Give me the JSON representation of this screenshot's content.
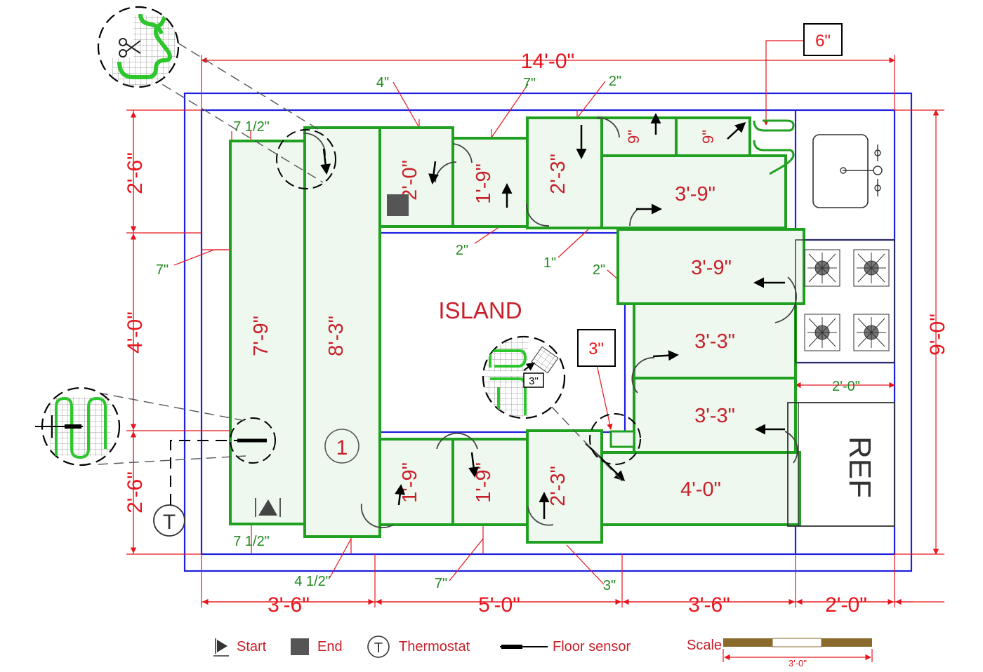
{
  "overall": {
    "width": "14'-0\"",
    "height": "9'-0\""
  },
  "callout_6": "6\"",
  "callout_3": "3\"",
  "left_dims": [
    "2'-6\"",
    "4'-0\"",
    "2'-6\""
  ],
  "bottom_dims": [
    "3'-6\"",
    "5'-0\"",
    "3'-6\"",
    "2'-0\""
  ],
  "small_dims": {
    "d4": "4\"",
    "d7": "7\"",
    "d2": "2\"",
    "d7half_top": "7 1/2\"",
    "d7_left": "7\"",
    "d2_mid": "2\"",
    "d1": "1\"",
    "d2_right": "2\"",
    "d2ft0_right": "2'-0\"",
    "d7half_bottom": "7 1/2\"",
    "d4half": "4 1/2\"",
    "d7_bottom": "7\"",
    "d3_bottom": "3\""
  },
  "panels": {
    "p_left": "7'-9\"",
    "p_col": "8'-3\"",
    "p_top1": "2'-0\"",
    "p_top2": "1'-9\"",
    "p_top3": "2'-3\"",
    "p_top9a": "9\"",
    "p_top9b": "9\"",
    "p_r1": "3'-9\"",
    "p_r2": "3'-9\"",
    "p_r3": "3'-3\"",
    "p_r4": "3'-3\"",
    "p_r5": "4'-0\"",
    "p_bot1": "1'-9\"",
    "p_bot2": "1'-9\"",
    "p_bot3": "2'-3\""
  },
  "island": "ISLAND",
  "circuit_no": "1",
  "ref": "REF",
  "detail_badge": "3\"",
  "thermostat_glyph": "T",
  "legend": {
    "start": "Start",
    "end": "End",
    "thermostat": "Thermostat",
    "sensor": "Floor sensor"
  },
  "scale": {
    "label": "Scale",
    "value": "3'-0\""
  },
  "icons": [
    "scissors-icon",
    "sink-icon",
    "stove-burner-icon",
    "thermostat-icon",
    "floor-sensor-icon",
    "start-marker-icon",
    "end-marker-icon"
  ]
}
